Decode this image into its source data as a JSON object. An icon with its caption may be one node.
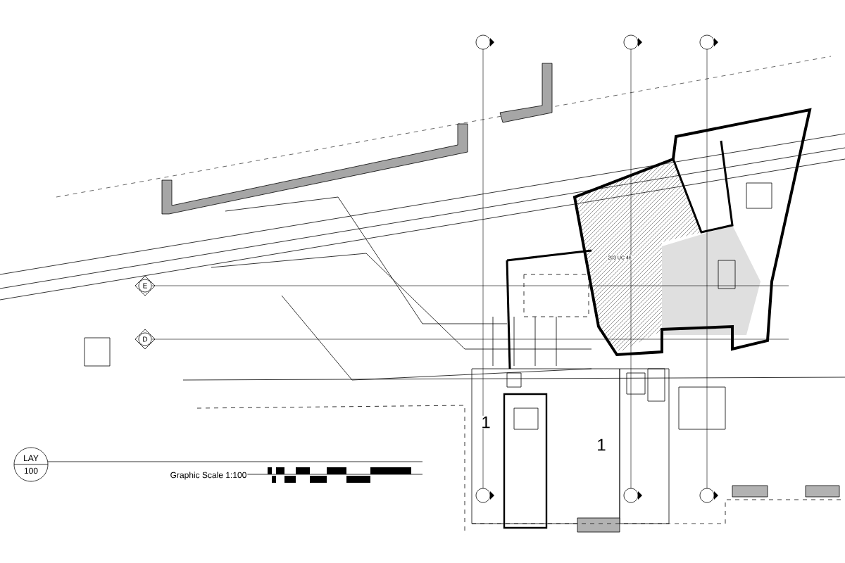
{
  "diagram": {
    "nodes": [
      {
        "text": [
          "LAY",
          "100"
        ]
      },
      {
        "text": [
          "E"
        ]
      },
      {
        "text": [
          "D"
        ]
      }
    ],
    "labels": [
      "Graphic Scale 1:100",
      "203 UC 46",
      "1",
      "1"
    ]
  }
}
